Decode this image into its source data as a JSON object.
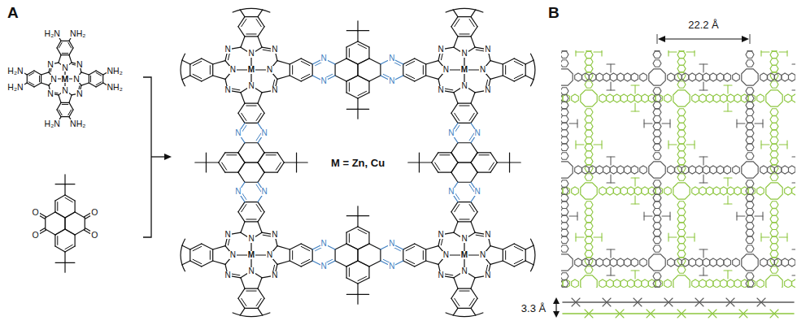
{
  "diagram": {
    "labels": [
      "A",
      "N",
      "N",
      "NH₂",
      "NH₂",
      "N",
      "N",
      "NH₂",
      "H₂N",
      "N",
      "N",
      "H₂N",
      "H₂N",
      "N",
      "N",
      "H₂N",
      "NH₂",
      "M",
      "O",
      "O",
      "O",
      "O",
      "N",
      "N",
      "N",
      "N",
      "N",
      "N",
      "N",
      "N",
      "M",
      "N",
      "N",
      "N",
      "N",
      "N",
      "N",
      "N",
      "N",
      "M",
      "N",
      "N",
      "N",
      "N",
      "N",
      "N",
      "N",
      "N",
      "M",
      "N",
      "N",
      "N",
      "N",
      "N",
      "N",
      "N",
      "N",
      "M",
      "N",
      "N",
      "N",
      "N",
      "N",
      "N",
      "N",
      "N",
      "N",
      "N",
      "N",
      "N",
      "N",
      "N",
      "N",
      "N",
      "M = Zn, Cu",
      "B",
      "22.2 Å",
      "3.3 Å"
    ]
  }
}
